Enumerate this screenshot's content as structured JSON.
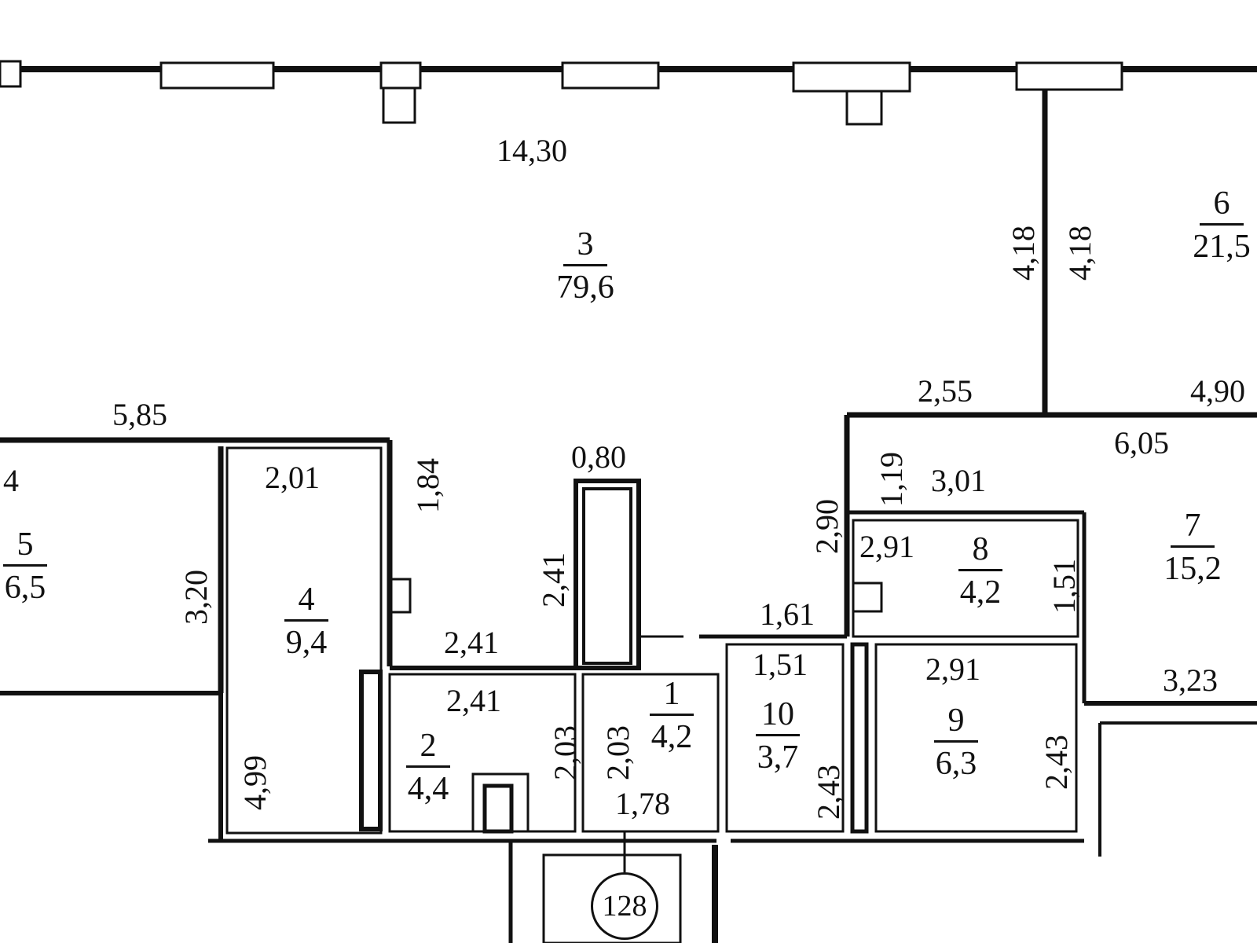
{
  "rooms": {
    "r1": {
      "num": "1",
      "area": "4,2"
    },
    "r2": {
      "num": "2",
      "area": "4,4"
    },
    "r3": {
      "num": "3",
      "area": "79,6"
    },
    "r4": {
      "num": "4",
      "area": "9,4"
    },
    "r5": {
      "num": "5",
      "area": "6,5"
    },
    "r6": {
      "num": "6",
      "area": "21,5"
    },
    "r7": {
      "num": "7",
      "area": "15,2"
    },
    "r8": {
      "num": "8",
      "area": "4,2"
    },
    "r9": {
      "num": "9",
      "area": "6,3"
    },
    "r10": {
      "num": "10",
      "area": "3,7"
    },
    "r5_top_num": "4"
  },
  "dimensions": {
    "d_14_30": "14,30",
    "d_4_18_a": "4,18",
    "d_4_18_b": "4,18",
    "d_2_55": "2,55",
    "d_4_90": "4,90",
    "d_6_05": "6,05",
    "d_5_85": "5,85",
    "d_0_80": "0,80",
    "d_2_01": "2,01",
    "d_1_84": "1,84",
    "d_3_20": "3,20",
    "d_2_41_vert": "2,41",
    "d_2_41_h1": "2,41",
    "d_2_41_h2": "2,41",
    "d_2_90": "2,90",
    "d_1_19": "1,19",
    "d_3_01": "3,01",
    "d_2_91_a": "2,91",
    "d_1_51_vert": "1,51",
    "d_1_61": "1,61",
    "d_1_51_h": "1,51",
    "d_2_91_b": "2,91",
    "d_3_23": "3,23",
    "d_2_03_a": "2,03",
    "d_2_03_b": "2,03",
    "d_4_99": "4,99",
    "d_1_78": "1,78",
    "d_2_43_a": "2,43",
    "d_2_43_b": "2,43"
  },
  "tag": "128"
}
